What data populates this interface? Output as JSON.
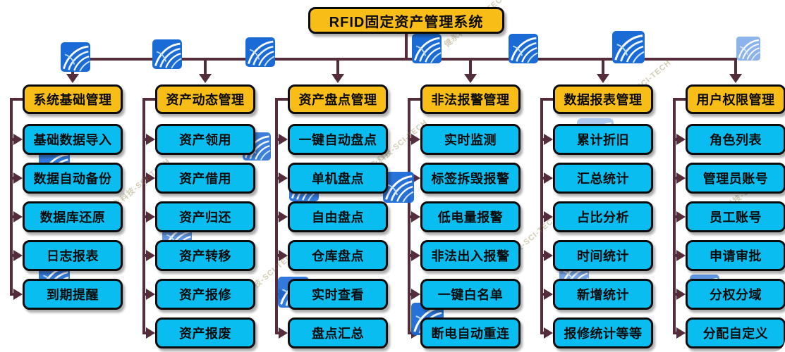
{
  "title": "RFID固定资产管理系统",
  "columns": [
    {
      "title": "系统基础管理",
      "items": [
        "基础数据导入",
        "数据自动备份",
        "数据库还原",
        "日志报表",
        "到期提醒"
      ]
    },
    {
      "title": "资产动态管理",
      "items": [
        "资产领用",
        "资产借用",
        "资产归还",
        "资产转移",
        "资产报修",
        "资产报废"
      ]
    },
    {
      "title": "资产盘点管理",
      "items": [
        "一键自动盘点",
        "单机盘点",
        "自由盘点",
        "仓库盘点",
        "实时查看",
        "盘点汇总"
      ]
    },
    {
      "title": "非法报警管理",
      "items": [
        "实时监测",
        "标签拆毁报警",
        "低电量报警",
        "非法出入报警",
        "一键白名单",
        "断电自动重连"
      ]
    },
    {
      "title": "数据报表管理",
      "items": [
        "累计折旧",
        "汇总统计",
        "占比分析",
        "时间统计",
        "新增统计",
        "报修统计等等"
      ]
    },
    {
      "title": "用户权限管理",
      "items": [
        "角色列表",
        "管理员账号",
        "员工账号",
        "申请审批",
        "分权分域",
        "分配自定义"
      ]
    }
  ],
  "colors": {
    "header_bg": "#F9BD17",
    "item_bg": "#0ABDF0",
    "connector": "#542C3B",
    "border": "#0B0B0B"
  },
  "watermark": {
    "logo_icon": "brand-swoosh-logo",
    "text": "健永科技-SCI-TECH"
  }
}
